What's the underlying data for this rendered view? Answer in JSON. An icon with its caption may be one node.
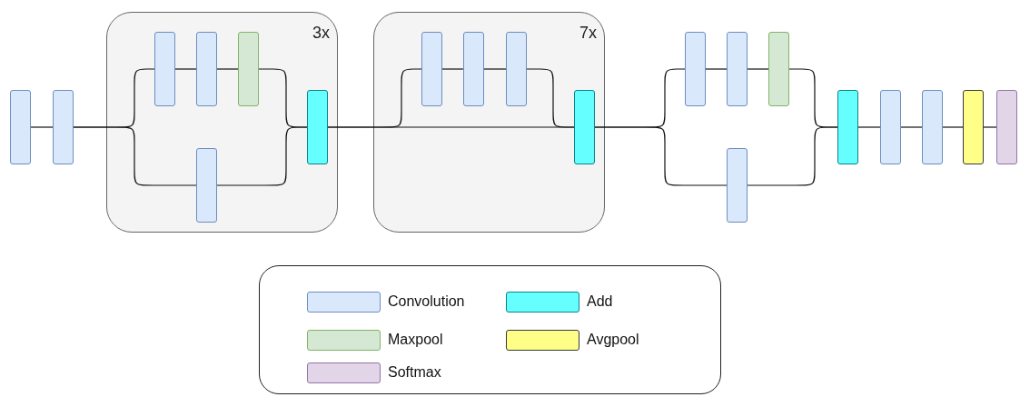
{
  "diagram": {
    "nodes": [
      {
        "text": [],
        "shape": "bar"
      },
      {
        "text": [],
        "shape": "bar"
      },
      {
        "text": [
          "3x"
        ]
      },
      {
        "text": [],
        "shape": "bar",
        "in": 2
      },
      {
        "text": [],
        "shape": "bar",
        "in": 2
      },
      {
        "text": [],
        "shape": "bar",
        "in": 2
      },
      {
        "text": [],
        "shape": "bar",
        "in": 2
      },
      {
        "text": [],
        "shape": "bar",
        "in": 2
      },
      {
        "text": [
          "7x"
        ]
      },
      {
        "text": [],
        "shape": "bar",
        "in": 8
      },
      {
        "text": [],
        "shape": "bar",
        "in": 8
      },
      {
        "text": [],
        "shape": "bar",
        "in": 8
      },
      {
        "text": [],
        "shape": "bar",
        "in": 8
      },
      {
        "text": [],
        "shape": "bar"
      },
      {
        "text": [],
        "shape": "bar"
      },
      {
        "text": [],
        "shape": "bar"
      },
      {
        "text": [],
        "shape": "bar"
      },
      {
        "text": [],
        "shape": "bar"
      },
      {
        "text": [],
        "shape": "bar"
      },
      {
        "text": [],
        "shape": "bar"
      },
      {
        "text": [],
        "shape": "bar"
      },
      {
        "text": [],
        "shape": "bar"
      }
    ],
    "edges": [
      {
        "from": 0,
        "to": 1,
        "arrow": "none"
      },
      {
        "from": 1,
        "to": 3,
        "arrow": "none"
      },
      {
        "from": 1,
        "to": 6,
        "arrow": "none"
      },
      {
        "from": 3,
        "to": 4,
        "arrow": "none"
      },
      {
        "from": 4,
        "to": 5,
        "arrow": "none"
      },
      {
        "from": 5,
        "to": 7,
        "arrow": "none"
      },
      {
        "from": 6,
        "to": 7,
        "arrow": "none"
      },
      {
        "from": 7,
        "to": 9,
        "arrow": "none"
      },
      {
        "from": 7,
        "to": 12,
        "arrow": "none"
      },
      {
        "from": 9,
        "to": 10,
        "arrow": "none"
      },
      {
        "from": 10,
        "to": 11,
        "arrow": "none"
      },
      {
        "from": 11,
        "to": 12,
        "arrow": "none"
      },
      {
        "from": 12,
        "to": 13,
        "arrow": "none"
      },
      {
        "from": 12,
        "to": 16,
        "arrow": "none"
      },
      {
        "from": 13,
        "to": 14,
        "arrow": "none"
      },
      {
        "from": 14,
        "to": 15,
        "arrow": "none"
      },
      {
        "from": 15,
        "to": 17,
        "arrow": "none"
      },
      {
        "from": 16,
        "to": 17,
        "arrow": "none"
      },
      {
        "from": 17,
        "to": 18,
        "arrow": "none"
      },
      {
        "from": 18,
        "to": 19,
        "arrow": "none"
      },
      {
        "from": 19,
        "to": 20,
        "arrow": "none"
      },
      {
        "from": 20,
        "to": 21,
        "arrow": "none"
      }
    ],
    "legend": [
      {
        "text": "Convolution",
        "color": "#dae8fc"
      },
      {
        "text": "Add",
        "color": "#66ffff"
      },
      {
        "text": "Maxpool",
        "color": "#d5e8d4"
      },
      {
        "text": "Avgpool",
        "color": "#ffff88"
      },
      {
        "text": "Softmax",
        "color": "#e1d5e7"
      }
    ]
  }
}
